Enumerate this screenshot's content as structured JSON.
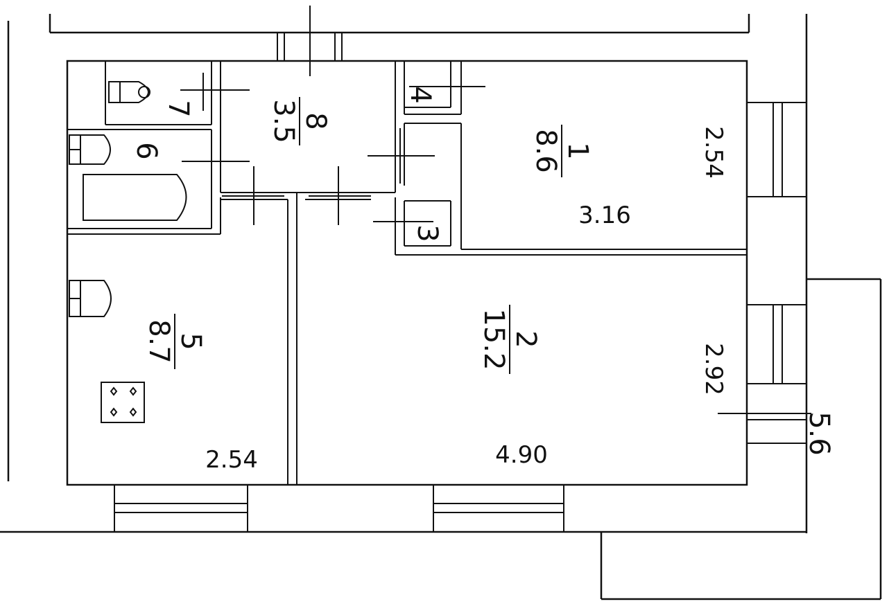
{
  "rooms": [
    {
      "number": "1",
      "area": "8.6"
    },
    {
      "number": "2",
      "area": "15.2"
    },
    {
      "number": "3",
      "area": ""
    },
    {
      "number": "4",
      "area": ""
    },
    {
      "number": "5",
      "area": "8.7"
    },
    {
      "number": "6",
      "area": ""
    },
    {
      "number": "7",
      "area": ""
    },
    {
      "number": "8",
      "area": "3.5"
    }
  ],
  "dimensions": {
    "room1_width": "3.16",
    "room1_depth": "2.54",
    "room2_width": "4.90",
    "room2_depth": "2.92",
    "kitchen_width": "2.54",
    "balcony_area": "5.6"
  },
  "colors": {
    "line": "#111111",
    "background": "#ffffff"
  },
  "icons": [
    "toilet-icon",
    "sink-icon",
    "bathtub-icon",
    "stove-icon"
  ]
}
